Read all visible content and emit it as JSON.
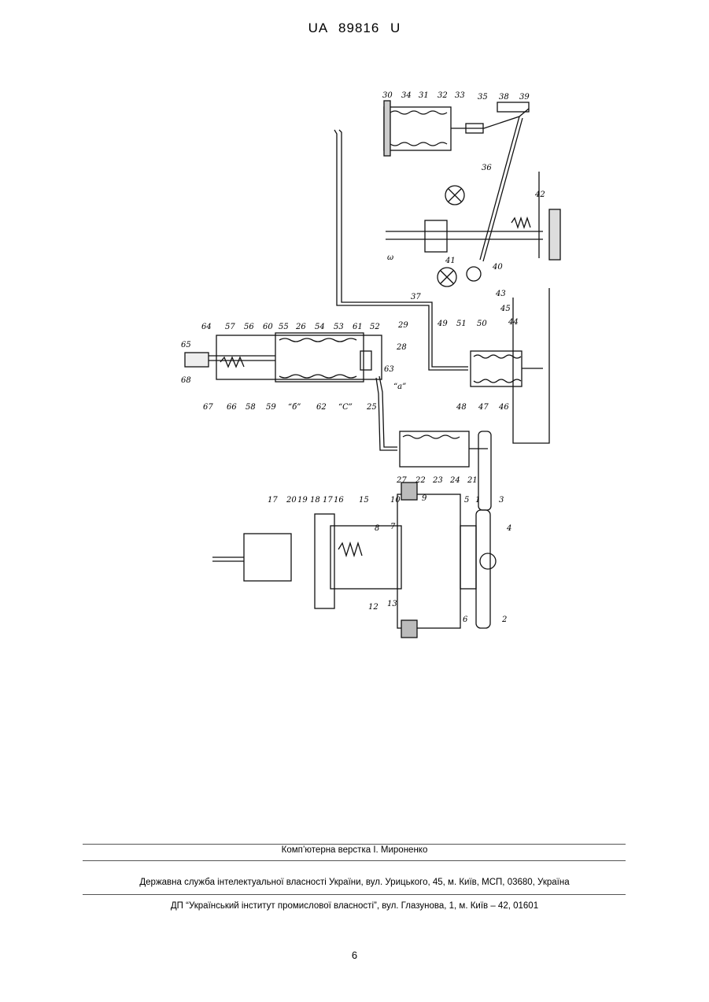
{
  "header": {
    "title": "UA   89816   U"
  },
  "drawing": {
    "labels": {
      "l30": "30",
      "l34": "34",
      "l31": "31",
      "l32": "32",
      "l33": "33",
      "l35": "35",
      "l38": "38",
      "l39": "39",
      "l36": "36",
      "l42": "42",
      "l37": "37",
      "l40": "40",
      "l41": "41",
      "l43": "43",
      "l45": "45",
      "l44": "44",
      "lomega": "ω",
      "l64": "64",
      "l57": "57",
      "l56": "56",
      "l60": "60",
      "l55": "55",
      "l26": "26",
      "l54": "54",
      "l53": "53",
      "l61": "61",
      "l52": "52",
      "l29": "29",
      "l28": "28",
      "l63": "63",
      "l65": "65",
      "l68": "68",
      "l67": "67",
      "l66": "66",
      "l58": "58",
      "l59": "59",
      "lb": "“б”",
      "l62": "62",
      "lc": "“С”",
      "la": "“а”",
      "l25": "25",
      "l49": "49",
      "l51": "51",
      "l50": "50",
      "l48": "48",
      "l47": "47",
      "l46": "46",
      "l27": "27",
      "l22": "22",
      "l23": "23",
      "l24": "24",
      "l21": "21",
      "l17a": "17",
      "l20": "20",
      "l19": "19",
      "l18": "18",
      "l16": "16",
      "l17b": "17",
      "l15": "15",
      "l10": "10",
      "l9": "9",
      "l5": "5",
      "l1": "1",
      "l3": "3",
      "l4": "4",
      "l8": "8",
      "l7": "7",
      "l12": "12",
      "l13": "13",
      "l6": "6",
      "l2": "2"
    }
  },
  "footer": {
    "layout": "Комп’ютерна верстка І. Мироненко",
    "agency": "Державна служба інтелектуальної власності України, вул. Урицького, 45, м. Київ, МСП, 03680, Україна",
    "institute": "ДП “Український інститут промислової власності”, вул. Глазунова, 1, м. Київ – 42, 01601"
  },
  "page_number": "6"
}
